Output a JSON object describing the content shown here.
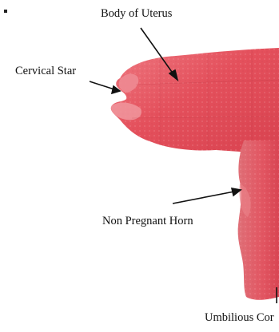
{
  "image": {
    "subject": "pink-red stained tissue specimen of a uterus with labeled anatomical parts",
    "colors": {
      "tissue_main": "#e8545f",
      "tissue_light": "#ef8a90",
      "tissue_dark": "#c93b48",
      "background": "#ffffff",
      "text": "#111111"
    }
  },
  "labels": {
    "body_of_uterus": "Body of Uterus",
    "cervical": "Cervical Star",
    "non_pregnant_horn": "Non Pregnant Horn",
    "umbilical_cord": "Umbilious Cor"
  }
}
